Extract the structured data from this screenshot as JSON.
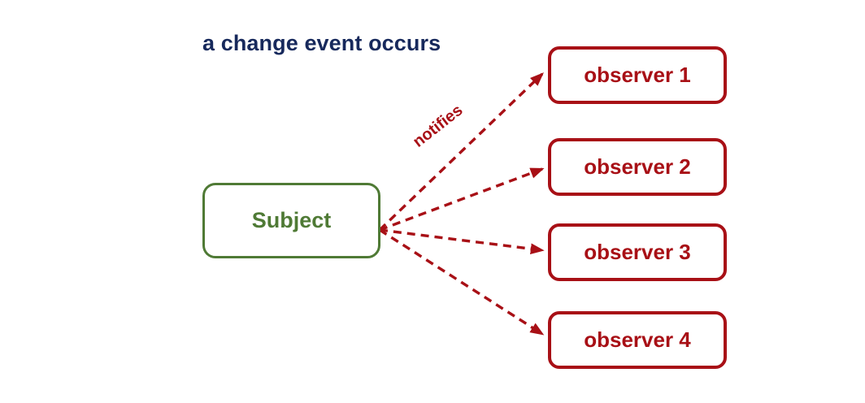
{
  "diagram": {
    "title": "a change event occurs",
    "title_color": "#17295c",
    "background": "#ffffff",
    "subject": {
      "label": "Subject",
      "border_color": "#4f7a35",
      "text_color": "#4f7a35"
    },
    "observers": [
      {
        "label": "observer 1"
      },
      {
        "label": "observer 2"
      },
      {
        "label": "observer 3"
      },
      {
        "label": "observer 4"
      }
    ],
    "observer_color": "#a81016",
    "edges": {
      "label": "notifies",
      "style": "dashed",
      "color": "#a81016",
      "count": 4
    }
  }
}
